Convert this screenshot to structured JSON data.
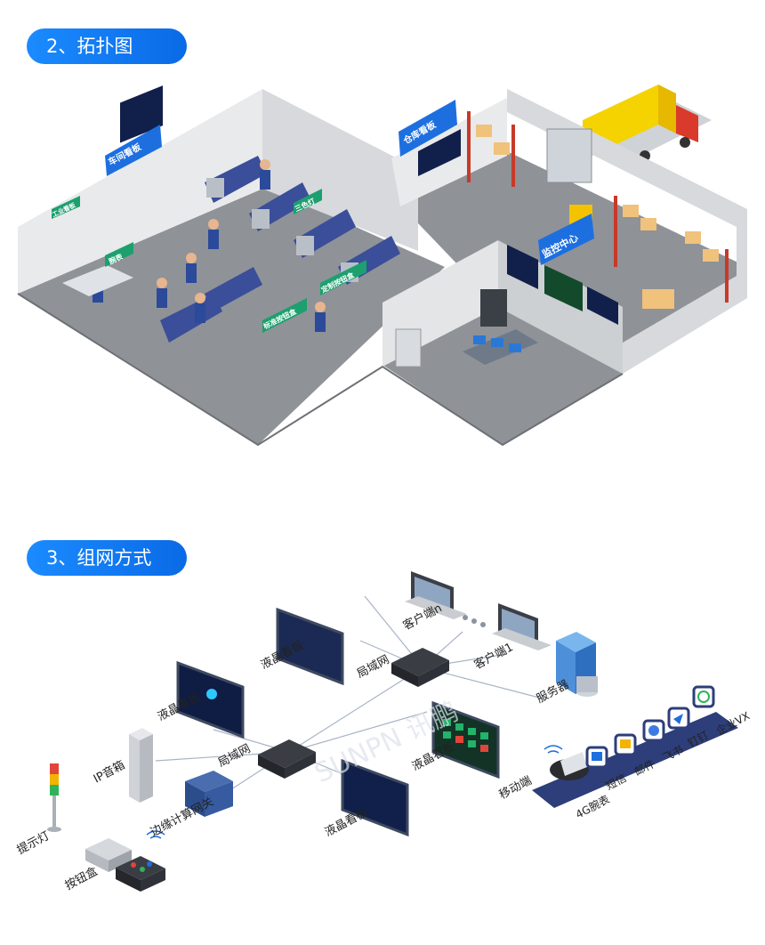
{
  "sections": [
    {
      "title": "2、拓扑图"
    },
    {
      "title": "3、组网方式"
    }
  ],
  "topology": {
    "signs": {
      "workshop_board": "车间看板",
      "warehouse_board": "仓库看板",
      "monitor_center": "监控中心",
      "industrial_board": "工业看板",
      "wristwatch": "腕表",
      "tri_light": "三色灯",
      "custom_button_box": "定制按钮盒",
      "standard_button_box": "标准按钮盒"
    }
  },
  "network": {
    "labels": {
      "lcd_top": "液晶看板",
      "client_n": "客户端n",
      "client_1": "客户端1",
      "lan_right": "局域网",
      "lcd_left": "液晶看板",
      "server": "服务器",
      "lan_center": "局域网",
      "lcd_green": "液晶看板",
      "ip_speaker": "IP音箱",
      "mobile": "移动端",
      "edge_gateway": "边缘计算网关",
      "lcd_bottom": "液晶看板",
      "indicator_light": "提示灯",
      "button_box": "按钮盒"
    },
    "mobile_channels": [
      "4G腕表",
      "短信",
      "邮件",
      "飞书",
      "钉钉",
      "企业VX"
    ],
    "watermark": "SUNPN 讯鹏"
  }
}
